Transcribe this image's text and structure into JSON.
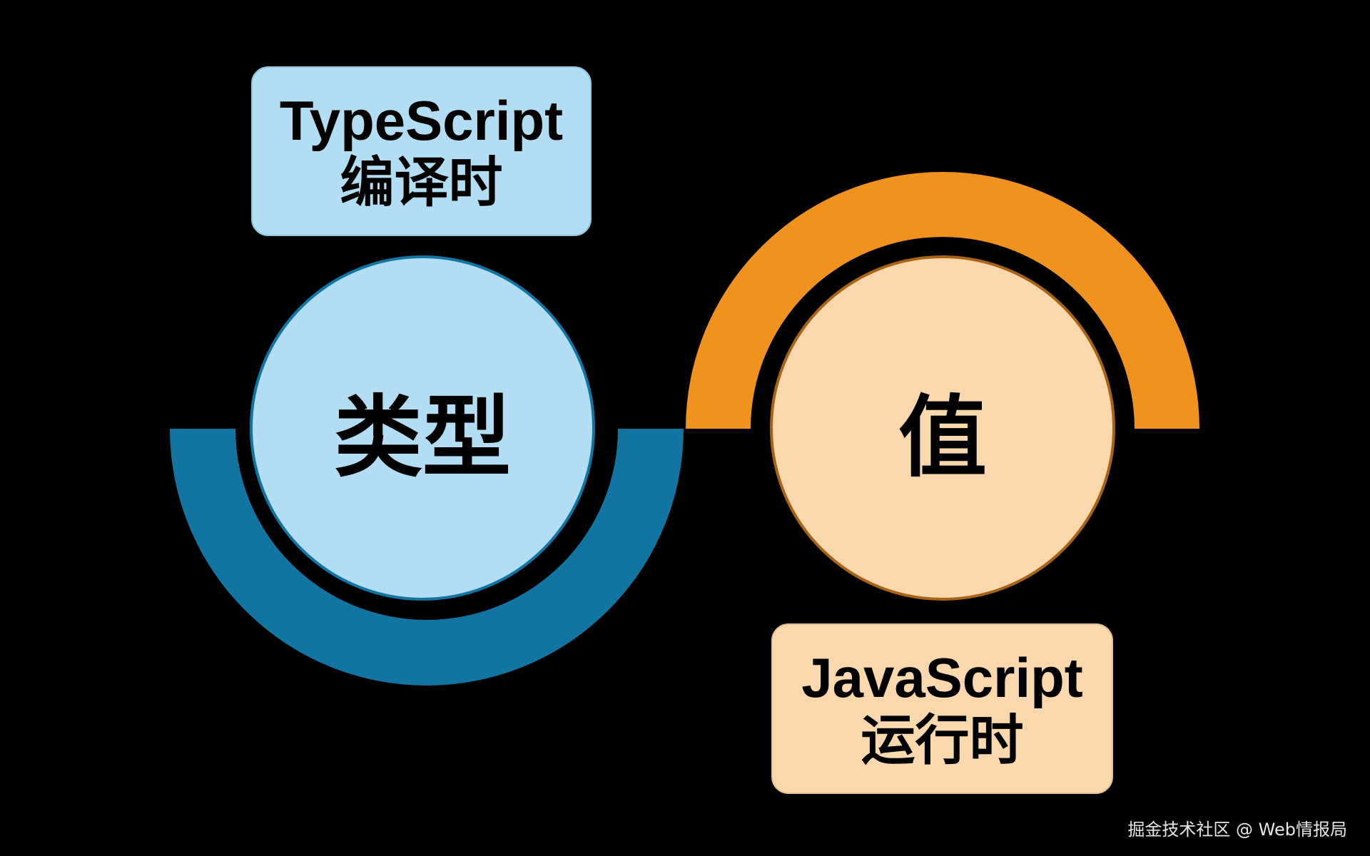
{
  "diagram": {
    "left_node": {
      "center_label": "类型",
      "box_line1": "TypeScript",
      "box_line2": "编译时"
    },
    "right_node": {
      "center_label": "值",
      "box_line1": "JavaScript",
      "box_line2": "运行时"
    }
  },
  "watermark": "掘金技术社区 @ Web情报局",
  "colors": {
    "background": "#000000",
    "blue_arc": "#1274a0",
    "blue_circle": "#b2ddf2",
    "blue_circle_stroke": "#1274a0",
    "orange_arc": "#f0921e",
    "orange_circle": "#fad8ae",
    "orange_circle_stroke": "#a86415"
  }
}
